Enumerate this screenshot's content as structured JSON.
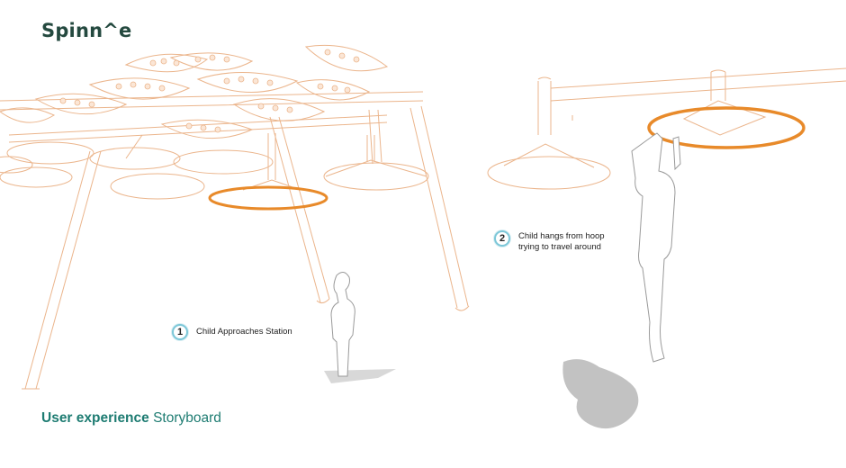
{
  "brand": {
    "title": "Spinn^e"
  },
  "footer": {
    "bold": "User experience",
    "rest": "Storyboard"
  },
  "steps": [
    {
      "number": "1",
      "lines": [
        "Child Approaches Station"
      ]
    },
    {
      "number": "2",
      "lines": [
        "Child hangs from hoop",
        "trying to travel around"
      ]
    }
  ],
  "colors": {
    "line": "#e7a878",
    "highlight": "#e88a2a",
    "title": "#24493f",
    "accent": "#1e7c72",
    "badge": "#7cc7d8",
    "shadow": "#b9b9b9"
  }
}
